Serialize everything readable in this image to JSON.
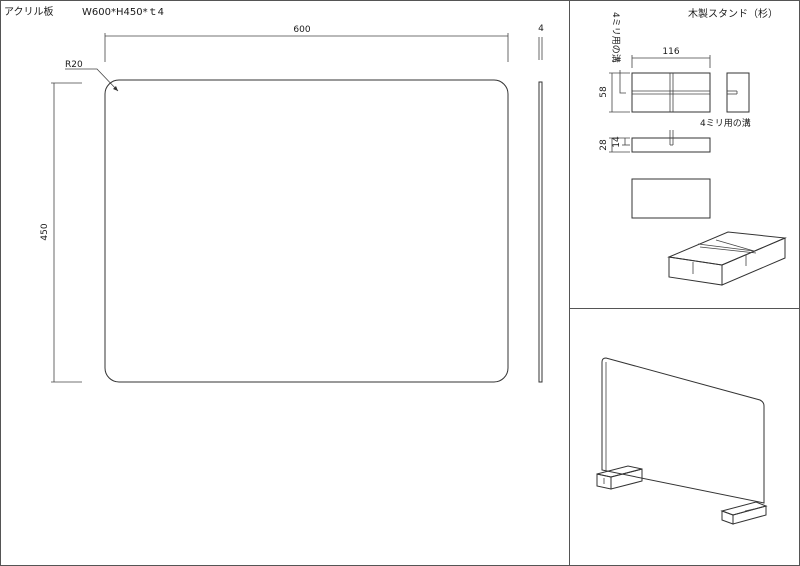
{
  "acrylic": {
    "title": "アクリル板",
    "spec": "W600*H450*ｔ4",
    "width": "600",
    "height": "450",
    "thickness": "4",
    "corner_radius": "R20"
  },
  "stand": {
    "title": "木製スタンド（杉）",
    "width": "116",
    "height": "58",
    "depth": "28",
    "slot_depth": "14",
    "groove_label_vertical": "4ミリ用の溝",
    "groove_label_horizontal": "4ミリ用の溝"
  }
}
